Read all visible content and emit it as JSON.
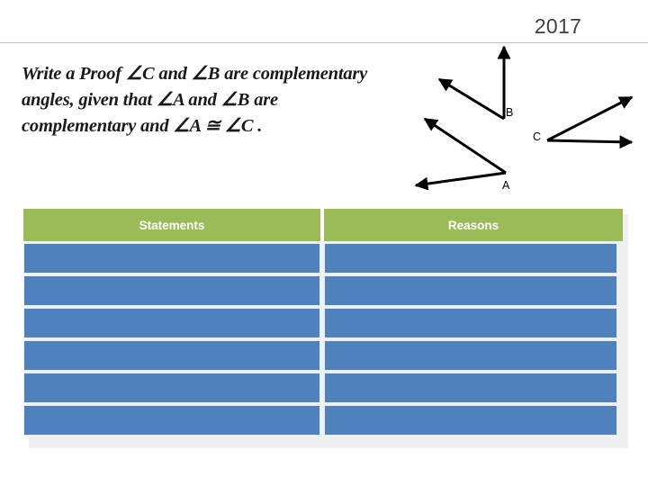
{
  "header": {
    "year": "2017"
  },
  "problem": {
    "lines": [
      "Write a Proof ∠C and ∠B are complementary",
      "angles, given that ∠A and ∠B are",
      "complementary and ∠A ≅ ∠C ."
    ]
  },
  "figure": {
    "labels": {
      "B": "B",
      "A": "A",
      "C": "C"
    },
    "stroke_color": "#000000"
  },
  "table": {
    "headers": {
      "statements": "Statements",
      "reasons": "Reasons"
    },
    "header_color": "#9bbb59",
    "row_color": "#4f81bd",
    "rows": [
      {
        "statement": "",
        "reason": ""
      },
      {
        "statement": "",
        "reason": ""
      },
      {
        "statement": "",
        "reason": ""
      },
      {
        "statement": "",
        "reason": ""
      },
      {
        "statement": "",
        "reason": ""
      },
      {
        "statement": "",
        "reason": ""
      }
    ]
  }
}
